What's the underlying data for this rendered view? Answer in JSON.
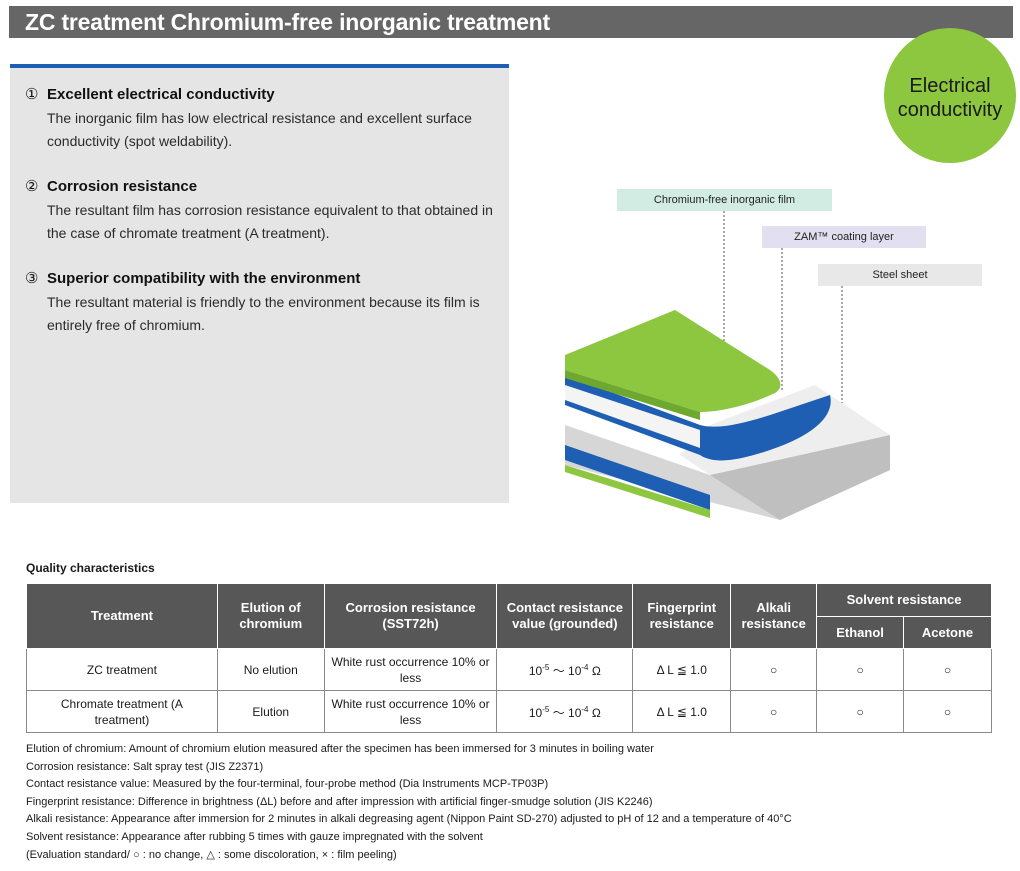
{
  "header": {
    "title": "ZC treatment  Chromium-free inorganic treatment"
  },
  "features": [
    {
      "num": "①",
      "title": "Excellent electrical conductivity",
      "body": "The inorganic film has low electrical resistance and excellent surface conductivity (spot weldability)."
    },
    {
      "num": "②",
      "title": "Corrosion resistance",
      "body": "The resultant film has corrosion resistance equivalent to that obtained in the case of chromate treatment (A treatment)."
    },
    {
      "num": "③",
      "title": "Superior compatibility with the environment",
      "body": "The resultant material is friendly to the environment because its film is entirely free of chromium."
    }
  ],
  "badge": {
    "line1": "Electrical",
    "line2": "conductivity",
    "color": "#8dc63f"
  },
  "diagram": {
    "labels": {
      "film": "Chromium-free inorganic film",
      "zam": "ZAM™ coating layer",
      "steel": "Steel sheet"
    },
    "colors": {
      "film": "#8dc63f",
      "zam": "#1f5fb3",
      "steel": "#e6e6e6"
    }
  },
  "quality": {
    "title": "Quality characteristics",
    "headers": {
      "treatment": "Treatment",
      "elution": "Elution of chromium",
      "corrosion": "Corrosion resistance (SST72h)",
      "contact": "Contact resistance value (grounded)",
      "fingerprint": "Fingerprint resistance",
      "alkali": "Alkali resistance",
      "solvent": "Solvent resistance",
      "ethanol": "Ethanol",
      "acetone": "Acetone"
    },
    "rows": [
      {
        "treatment": "ZC treatment",
        "elution": "No elution",
        "corrosion": "White rust occurrence 10% or less",
        "contact_base": "10",
        "contact_exp1": "-5",
        "contact_mid": " ～ 10",
        "contact_exp2": "-4",
        "contact_unit": " Ω",
        "fingerprint": "Δ L ≦ 1.0",
        "alkali": "○",
        "ethanol": "○",
        "acetone": "○"
      },
      {
        "treatment": "Chromate treatment (A treatment)",
        "elution": "Elution",
        "corrosion": "White rust occurrence 10% or less",
        "contact_base": "10",
        "contact_exp1": "-5",
        "contact_mid": " ～ 10",
        "contact_exp2": "-4",
        "contact_unit": " Ω",
        "fingerprint": "Δ L ≦ 1.0",
        "alkali": "○",
        "ethanol": "○",
        "acetone": "○"
      }
    ]
  },
  "notes": [
    "Elution of chromium: Amount of chromium elution measured after the specimen has been immersed for 3 minutes in boiling water",
    "Corrosion resistance: Salt spray test (JIS Z2371)",
    "Contact resistance value: Measured by the four-terminal, four-probe method (Dia Instruments MCP-TP03P)",
    "Fingerprint resistance: Difference in brightness (ΔL) before and after impression with artificial finger-smudge solution (JIS K2246)",
    "Alkali resistance: Appearance after immersion for 2 minutes in alkali degreasing agent (Nippon Paint SD-270) adjusted to pH of 12 and a temperature of 40°C",
    "Solvent resistance: Appearance after rubbing 5 times with gauze impregnated with the solvent",
    "(Evaluation standard/ ○ : no change, △ : some discoloration, × : film peeling)"
  ]
}
